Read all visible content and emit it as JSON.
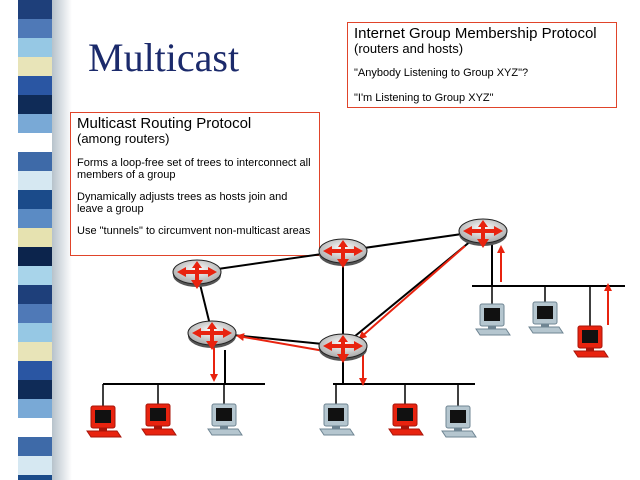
{
  "slide": {
    "title": "Multicast"
  },
  "igmp": {
    "heading": "Internet Group Membership Protocol",
    "subheading": "(routers and hosts)",
    "lines": [
      "\"Anybody Listening to Group XYZ\"?",
      "\"I'm Listening to Group XYZ\""
    ]
  },
  "mrp": {
    "heading": "Multicast Routing Protocol",
    "subheading": "(among routers)",
    "bullets": [
      "Forms a loop-free set of trees to interconnect all members of a group",
      "Dynamically adjusts trees as hosts join and leave a group",
      "Use \"tunnels\" to circumvent non-multicast areas"
    ]
  },
  "colors": {
    "title": "#1b2a6b",
    "member_host": "#e8230f",
    "normal_host": "#b5c6cf",
    "arrows": "#e8230f",
    "box_border": "#e0442a"
  },
  "network": {
    "routers": [
      "router-a",
      "router-b",
      "router-c",
      "router-d",
      "router-e"
    ],
    "hosts": [
      {
        "group": "left-lan",
        "member": true
      },
      {
        "group": "left-lan",
        "member": true
      },
      {
        "group": "left-lan",
        "member": false
      },
      {
        "group": "middle-lan",
        "member": false
      },
      {
        "group": "middle-lan",
        "member": true
      },
      {
        "group": "middle-lan",
        "member": false
      },
      {
        "group": "right-lan",
        "member": false
      },
      {
        "group": "right-lan",
        "member": false
      },
      {
        "group": "right-lan",
        "member": true
      }
    ]
  }
}
